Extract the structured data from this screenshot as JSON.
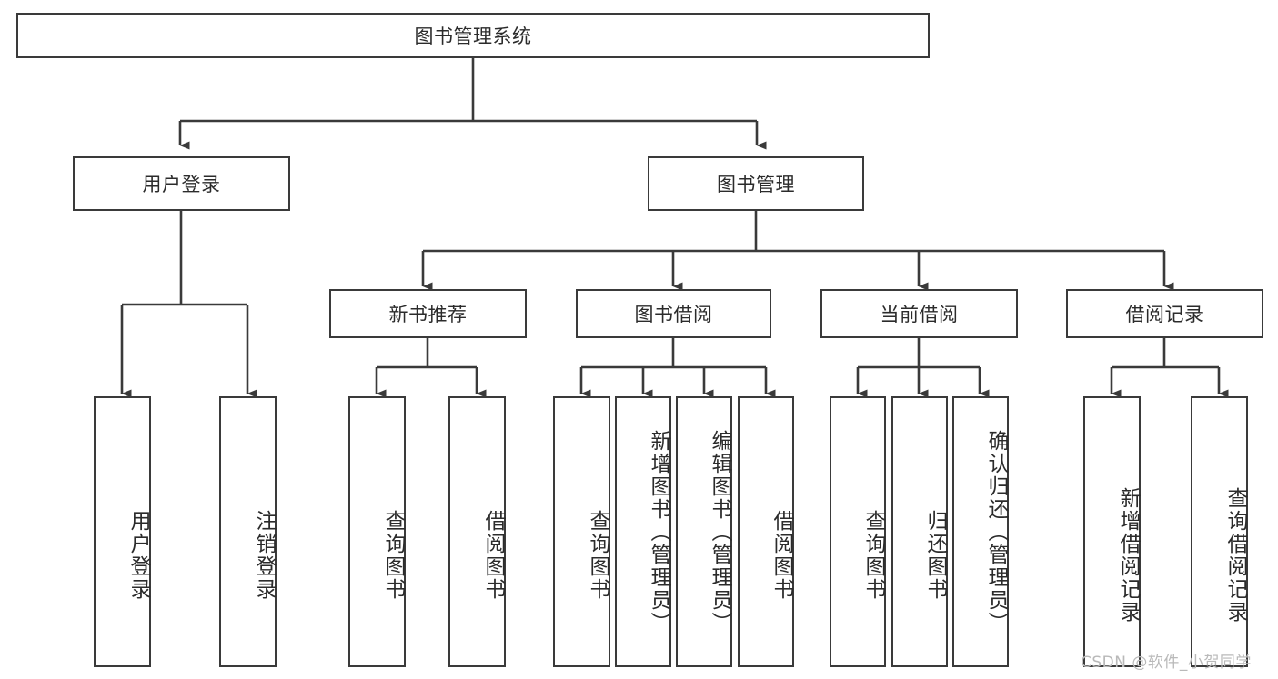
{
  "diagram": {
    "type": "hierarchy-tree",
    "title": "图书管理系统",
    "orientation": "top-down",
    "line_color": "#3a3a3a",
    "box_fill": "#ffffff",
    "text_color": "#2b2b2b",
    "root": {
      "label": "图书管理系统",
      "children": [
        {
          "label": "用户登录",
          "children": [
            {
              "label": "用户登录"
            },
            {
              "label": "注销登录"
            }
          ]
        },
        {
          "label": "图书管理",
          "children": [
            {
              "label": "新书推荐",
              "children": [
                {
                  "label": "查询图书"
                },
                {
                  "label": "借阅图书"
                }
              ]
            },
            {
              "label": "图书借阅",
              "children": [
                {
                  "label": "查询图书"
                },
                {
                  "label": "新增图书（管理员）"
                },
                {
                  "label": "编辑图书（管理员）"
                },
                {
                  "label": "借阅图书"
                }
              ]
            },
            {
              "label": "当前借阅",
              "children": [
                {
                  "label": "查询图书"
                },
                {
                  "label": "归还图书"
                },
                {
                  "label": "确认归还（管理员）"
                }
              ]
            },
            {
              "label": "借阅记录",
              "children": [
                {
                  "label": "新增借阅记录"
                },
                {
                  "label": "查询借阅记录"
                }
              ]
            }
          ]
        }
      ]
    },
    "nodes": {
      "root": "图书管理系统",
      "user_login": "用户登录",
      "book_manage": "图书管理",
      "new_book_rec": "新书推荐",
      "book_borrow": "图书借阅",
      "current_borrow": "当前借阅",
      "borrow_record": "借阅记录",
      "leaf_user_login": "用户登录",
      "leaf_logout": "注销登录",
      "leaf_rec_query": "查询图书",
      "leaf_rec_borrow": "借阅图书",
      "leaf_borrow_query": "查询图书",
      "leaf_borrow_add": "新增图书（管理员）",
      "leaf_borrow_edit": "编辑图书（管理员）",
      "leaf_borrow_borrow": "借阅图书",
      "leaf_cur_query": "查询图书",
      "leaf_cur_return": "归还图书",
      "leaf_cur_confirm": "确认归还（管理员）",
      "leaf_rec_add": "新增借阅记录",
      "leaf_rec_search": "查询借阅记录"
    }
  },
  "watermark": {
    "text": "CSDN @软件_小贺同学"
  }
}
